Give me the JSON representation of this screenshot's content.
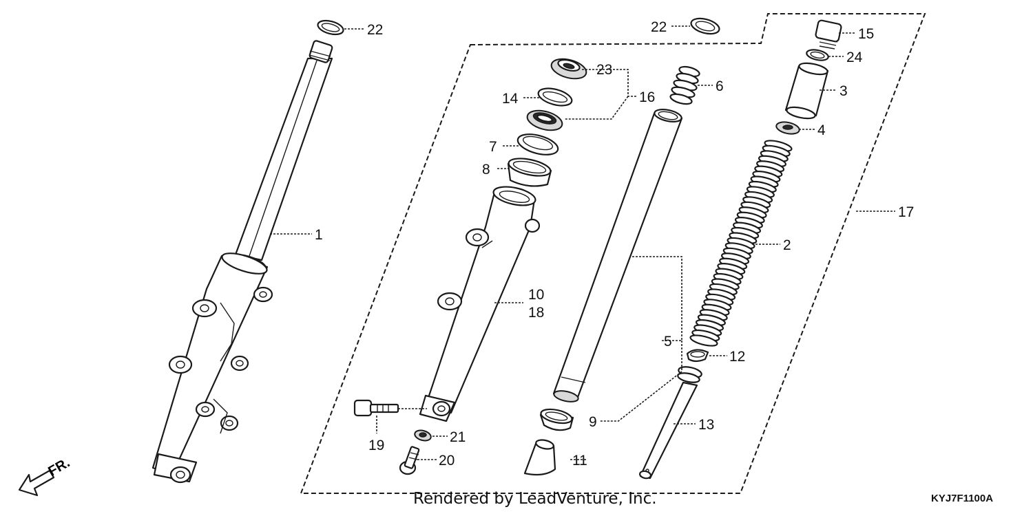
{
  "diagram": {
    "callouts": [
      {
        "id": "c1",
        "label": "1"
      },
      {
        "id": "c2",
        "label": "2"
      },
      {
        "id": "c3",
        "label": "3"
      },
      {
        "id": "c4",
        "label": "4"
      },
      {
        "id": "c5",
        "label": "5"
      },
      {
        "id": "c6",
        "label": "6"
      },
      {
        "id": "c7",
        "label": "7"
      },
      {
        "id": "c8",
        "label": "8"
      },
      {
        "id": "c9",
        "label": "9"
      },
      {
        "id": "c10",
        "label": "10"
      },
      {
        "id": "c11",
        "label": "11"
      },
      {
        "id": "c12",
        "label": "12"
      },
      {
        "id": "c13",
        "label": "13"
      },
      {
        "id": "c14",
        "label": "14"
      },
      {
        "id": "c15",
        "label": "15"
      },
      {
        "id": "c16",
        "label": "16"
      },
      {
        "id": "c17",
        "label": "17"
      },
      {
        "id": "c18",
        "label": "18"
      },
      {
        "id": "c19",
        "label": "19"
      },
      {
        "id": "c20",
        "label": "20"
      },
      {
        "id": "c21",
        "label": "21"
      },
      {
        "id": "c22a",
        "label": "22"
      },
      {
        "id": "c22b",
        "label": "22"
      },
      {
        "id": "c23",
        "label": "23"
      },
      {
        "id": "c24",
        "label": "24"
      }
    ],
    "direction_label": "FR.",
    "watermark": "Rendered by LeadVenture, Inc.",
    "diagram_code": "KYJ7F1100A"
  }
}
